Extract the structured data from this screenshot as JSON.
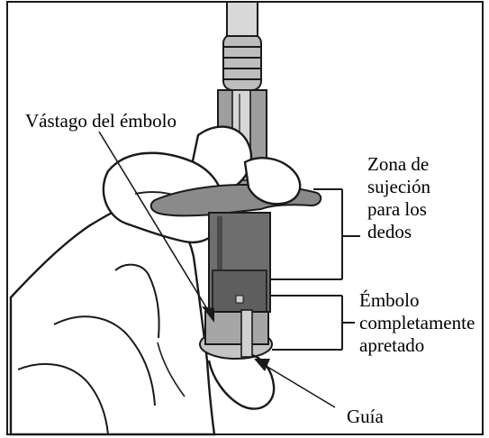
{
  "labels": {
    "plunger_rod": "Vástago del émbolo",
    "finger_grip": [
      "Zona de",
      "sujeción",
      "para los",
      "dedos"
    ],
    "plunger_pressed": [
      "Émbolo",
      "completamente",
      "apretado"
    ],
    "guide": "Guía"
  },
  "colors": {
    "outline": "#1a1a1a",
    "syringe_body": "#6e6e6e",
    "syringe_dark": "#4a4a4a",
    "syringe_light": "#b8b8b8",
    "plunger_tube": "#9e9e9e",
    "grip_flange": "#8a8a8a",
    "base_ring": "#c4c4c4",
    "hand_fill": "#ffffff",
    "background": "#ffffff"
  }
}
